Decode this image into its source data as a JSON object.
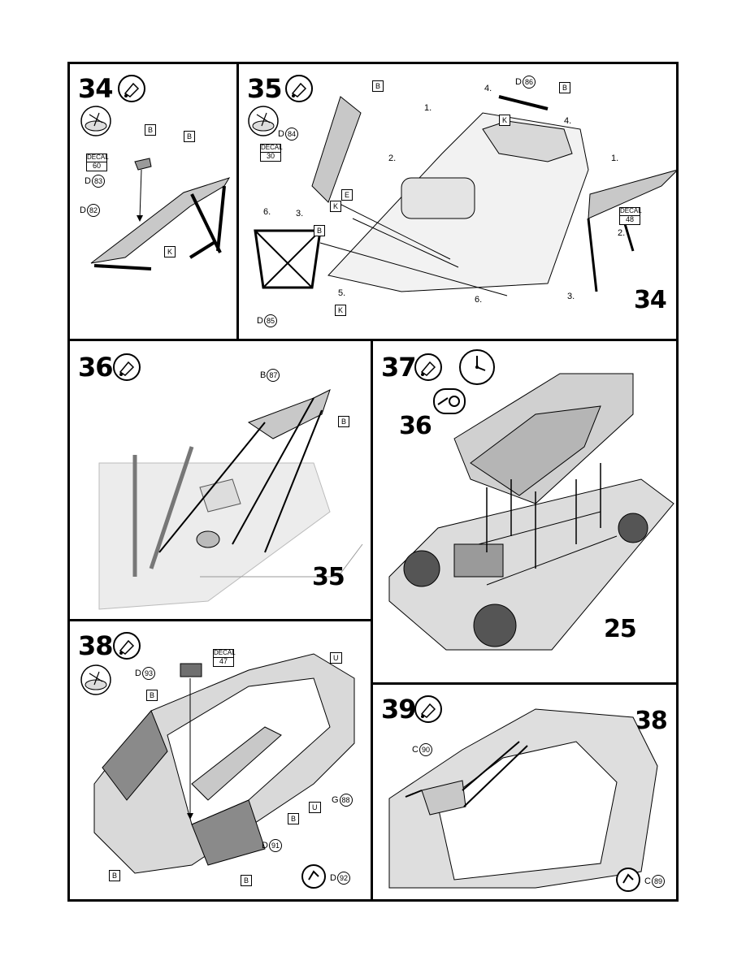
{
  "steps": {
    "s34": {
      "number": "34",
      "tags": {
        "b1": "B",
        "b2": "B",
        "k": "K"
      },
      "decal": {
        "label": "DECAL",
        "num": "60"
      },
      "parts": {
        "p83_prefix": "D",
        "p83": "83",
        "p82_prefix": "D",
        "p82": "82"
      }
    },
    "s35": {
      "number": "35",
      "ref": "34",
      "tags": {
        "b_top": "B",
        "b_right": "B",
        "k_top": "K",
        "e": "E",
        "k_mid": "K",
        "b_left": "B",
        "k_bottom": "K"
      },
      "decal30": {
        "label": "DECAL",
        "num": "30"
      },
      "decal48": {
        "label": "DECAL",
        "num": "48"
      },
      "parts": {
        "p84_prefix": "D",
        "p84": "84",
        "p86_prefix": "D",
        "p86": "86",
        "p85_prefix": "D",
        "p85": "85"
      },
      "steps_labels": {
        "l1a": "1.",
        "l1b": "1.",
        "l2a": "2.",
        "l2b": "2.",
        "l3a": "3.",
        "l3b": "3.",
        "l4a": "4.",
        "l4b": "4.",
        "l5": "5.",
        "l6a": "6.",
        "l6b": "6."
      }
    },
    "s36": {
      "number": "36",
      "ref": "35",
      "tag_b": "B",
      "part_prefix": "B",
      "part": "87"
    },
    "s37": {
      "number": "37",
      "ref_top": "36",
      "ref_bottom": "25"
    },
    "s38": {
      "number": "38",
      "decal": {
        "label": "DECAL",
        "num": "47"
      },
      "tags": {
        "u_top": "U",
        "b_left": "B",
        "b_mid": "B",
        "u_mid": "U",
        "b_bl": "B",
        "b_bottom": "B"
      },
      "parts": {
        "p93_prefix": "D",
        "p93": "93",
        "p88_prefix": "G",
        "p88": "88",
        "p91_prefix": "D",
        "p91": "91",
        "p92_prefix": "D",
        "p92": "92"
      }
    },
    "s39": {
      "number": "39",
      "ref": "38",
      "parts": {
        "p90_prefix": "C",
        "p90": "90",
        "p89_prefix": "C",
        "p89": "89"
      }
    }
  },
  "colors": {
    "part_gray": "#c8c8c8",
    "dark_gray": "#8a8a8a",
    "line": "#000000"
  }
}
